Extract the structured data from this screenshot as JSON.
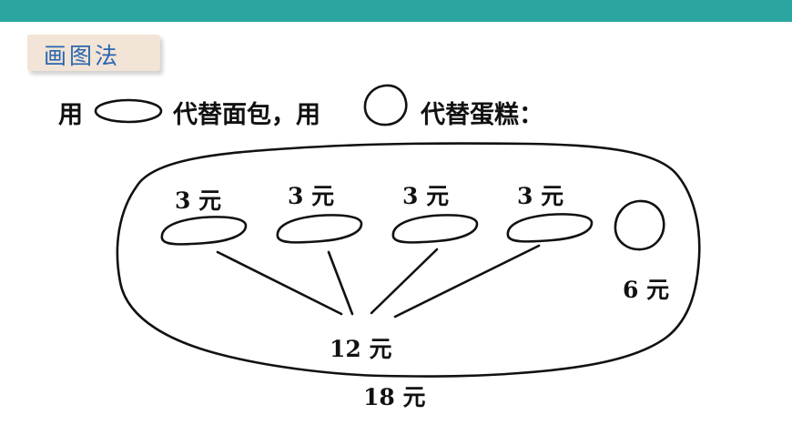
{
  "method": {
    "label": "画图法"
  },
  "intro": {
    "part1": "用",
    "part2": "代替面包，用",
    "part3": "代替蛋糕："
  },
  "diagram": {
    "breads": [
      {
        "price": "3 元"
      },
      {
        "price": "3 元"
      },
      {
        "price": "3 元"
      },
      {
        "price": "3 元"
      }
    ],
    "cake": {
      "price": "6 元"
    },
    "bread_total": "12 元",
    "grand_total": "18 元"
  }
}
